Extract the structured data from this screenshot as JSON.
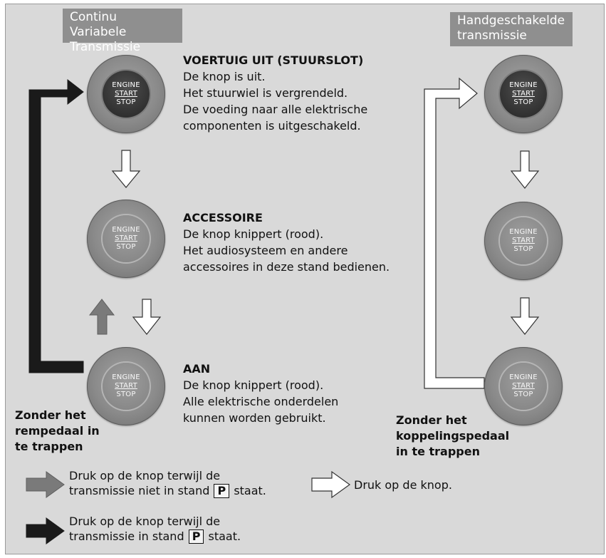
{
  "headers": {
    "cvt": "Continu Variabele Transmissie",
    "manual": "Handgeschakelde transmissie"
  },
  "button": {
    "line1": "ENGINE",
    "line2": "START",
    "line3": "STOP"
  },
  "states": [
    {
      "title": "VOERTUIG UIT (STUURSLOT)",
      "lines": [
        "De knop is uit.",
        "Het stuurwiel is vergrendeld.",
        "De voeding naar alle elektrische",
        "componenten is uitgeschakeld."
      ]
    },
    {
      "title": "ACCESSOIRE",
      "lines": [
        "De knop knippert (rood).",
        "Het audiosysteem en andere",
        "accessoires in deze stand bedienen."
      ]
    },
    {
      "title": "AAN",
      "lines": [
        "De knop knippert (rood).",
        "Alle elektrische onderdelen",
        "kunnen worden gebruikt."
      ]
    }
  ],
  "notes": {
    "cvt_note": [
      "Zonder het",
      "rempedaal in",
      "te trappen"
    ],
    "manual_note": [
      "Zonder het",
      "koppelingspedaal",
      "in te trappen"
    ]
  },
  "legend": {
    "gray_line1": "Druk op de knop terwijl de",
    "gray_line2_pre": "transmissie niet in stand",
    "gray_line2_post": "staat.",
    "white": "Druk op de knop.",
    "black_line1": "Druk op de knop terwijl de",
    "black_line2_pre": "transmissie in stand",
    "black_line2_post": "staat.",
    "p": "P"
  },
  "colors": {
    "panel": "#d9d9d9",
    "header": "#8f8f8f",
    "arrow_black": "#1a1a1a",
    "arrow_gray": "#7a7a7a",
    "arrow_white": "#ffffff"
  }
}
